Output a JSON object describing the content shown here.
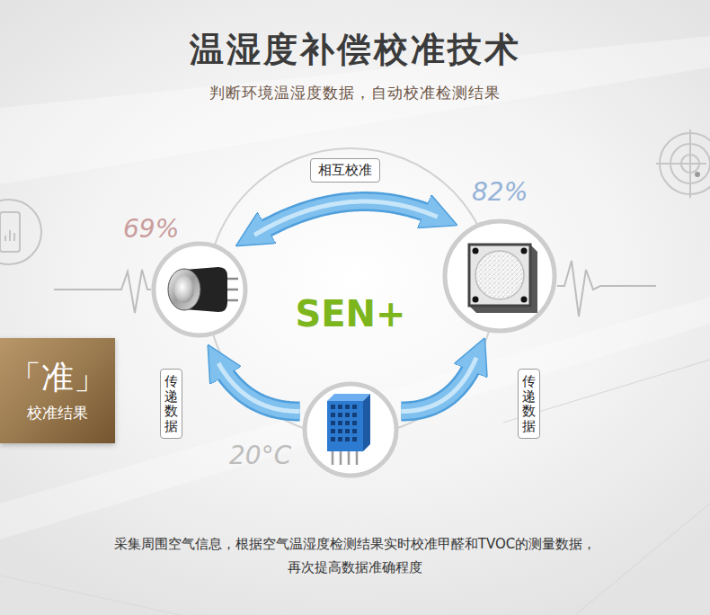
{
  "diagram": {
    "title": "温湿度补偿校准技术",
    "caption": "采集周围空气信息，根据空气温湿度检测结果实时校准甲醛和TVOC的测量数据， 再次提高数据准确程度",
    "nodes": [
      {
        "text": [
          "69%"
        ]
      },
      {
        "text": [
          "82%"
        ]
      },
      {
        "text": [
          "20°C"
        ]
      },
      {
        "text": [
          "「准」",
          "校准结果"
        ]
      }
    ],
    "edges": [
      {
        "from": 0,
        "to": 1,
        "arrow": "both",
        "label": "相互校准"
      },
      {
        "from": 2,
        "to": 0,
        "arrow": "to",
        "label": "传递数据"
      },
      {
        "from": 2,
        "to": 1,
        "arrow": "to",
        "label": "传递数据"
      }
    ],
    "labels": [
      "判断环境温湿度数据，自动校准检测结果",
      "SEN+"
    ]
  }
}
